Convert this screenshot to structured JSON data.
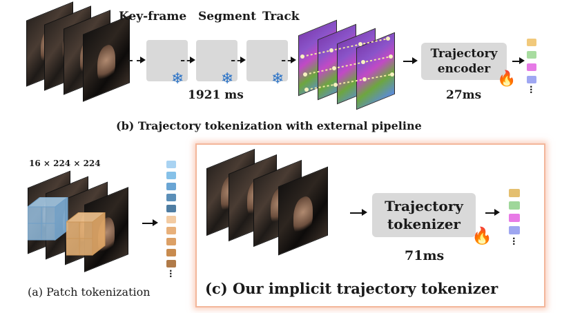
{
  "panel_b": {
    "steps": [
      "Key-frame",
      "Segment",
      "Track"
    ],
    "pipeline_time": "1921 ms",
    "encoder_label_line1": "Trajectory",
    "encoder_label_line2": "encoder",
    "encoder_time": "27ms",
    "caption": "(b) Trajectory tokenization with external pipeline",
    "token_colors": [
      "#f1c97b",
      "#a8dca0",
      "#e67ae6",
      "#9fa7f2"
    ],
    "frozen_icon": "snowflake-icon",
    "trainable_icon": "fire-icon"
  },
  "panel_a": {
    "input_shape": "16 × 224 × 224",
    "caption": "(a) Patch tokenization",
    "token_colors": [
      "#a9d3f2",
      "#86c1e8",
      "#6aa5d4",
      "#5b8fb8",
      "#4f7da2",
      "#f3cba2",
      "#e8b07a",
      "#dca066",
      "#c88b4e",
      "#b07a48"
    ]
  },
  "panel_c": {
    "tokenizer_label_line1": "Trajectory",
    "tokenizer_label_line2": "tokenizer",
    "time": "71ms",
    "caption": "(c)  Our implicit trajectory tokenizer",
    "token_colors": [
      "#e4bf6f",
      "#9fd79a",
      "#e87ae6",
      "#9ea6f0"
    ],
    "trainable_icon": "fire-icon"
  }
}
